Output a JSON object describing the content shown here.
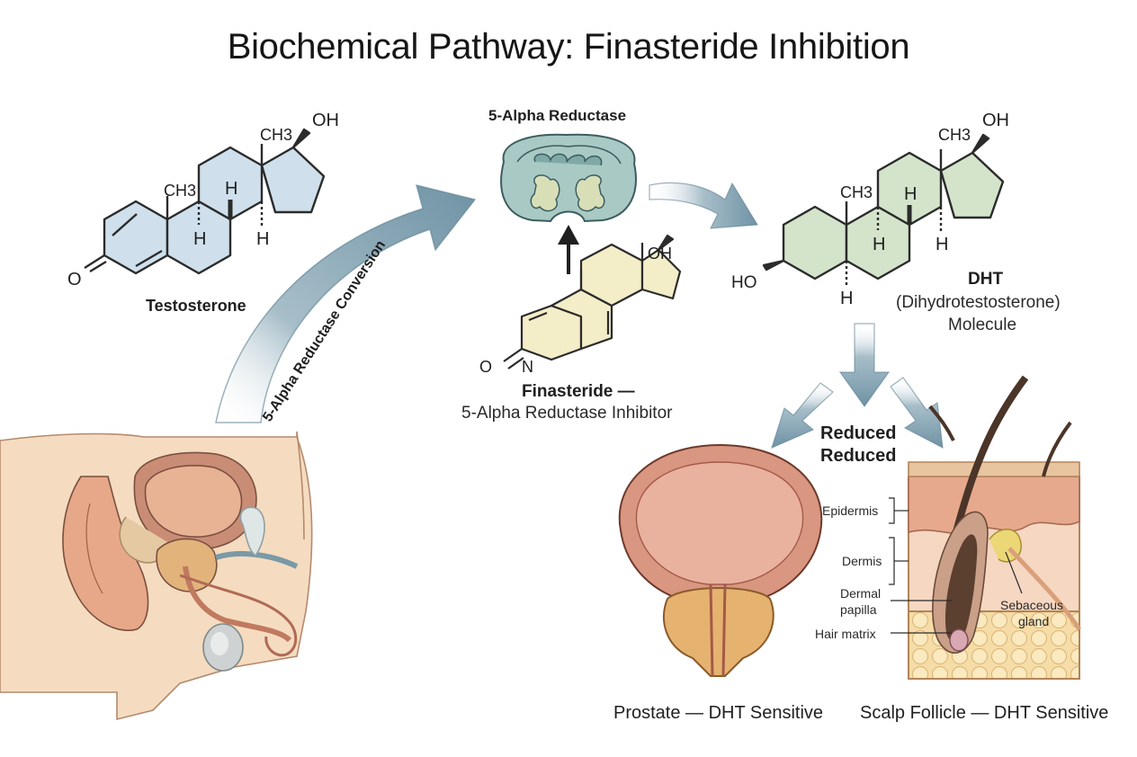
{
  "title": "Biochemical Pathway: Finasteride Inhibition",
  "molecules": {
    "testosterone": {
      "name": "Testosterone",
      "atoms": {
        "oh": "OH",
        "ch3_top": "CH3",
        "ch3_mid": "CH3",
        "h1": "H",
        "h2": "H",
        "h3": "H",
        "o": "O"
      }
    },
    "dht": {
      "name": "DHT",
      "full_name": "(Dihydrotestosterone)",
      "suffix": "Molecule",
      "atoms": {
        "oh": "OH",
        "ch3_top": "CH3",
        "ch3_mid": "CH3",
        "h1": "H",
        "h2": "H",
        "h3": "H",
        "h4": "H",
        "ho": "HO"
      }
    },
    "finasteride": {
      "name": "Finasteride —",
      "role": "5-Alpha Reductase Inhibitor",
      "atoms": {
        "oh": "OH",
        "o": "O",
        "n": "N"
      }
    }
  },
  "enzyme": {
    "name": "5-Alpha Reductase"
  },
  "conversion_arrow": {
    "label": "5-Alpha Reductase Conversion"
  },
  "effects": {
    "reduced_1": "Reduced",
    "reduced_2": "Reduced"
  },
  "prostate": {
    "caption": "Prostate — DHT Sensitive"
  },
  "scalp": {
    "caption": "Scalp Follicle — DHT Sensitive",
    "labels": {
      "epidermis": "Epidermis",
      "dermis": "Dermis",
      "dermal_papilla_1": "Dermal",
      "dermal_papilla_2": "papilla",
      "hair_matrix": "Hair matrix",
      "sebaceous_1": "Sebaceous",
      "sebaceous_2": "gland"
    }
  },
  "colors": {
    "testosterone_fill": "#cfe0ec",
    "dht_fill": "#d4e4cb",
    "finasteride_fill": "#f3edc8",
    "arrow": "#7f9fae",
    "enzyme": "#a9c9c4",
    "prostate": "#d99680",
    "skin": "#f3c9a8"
  }
}
